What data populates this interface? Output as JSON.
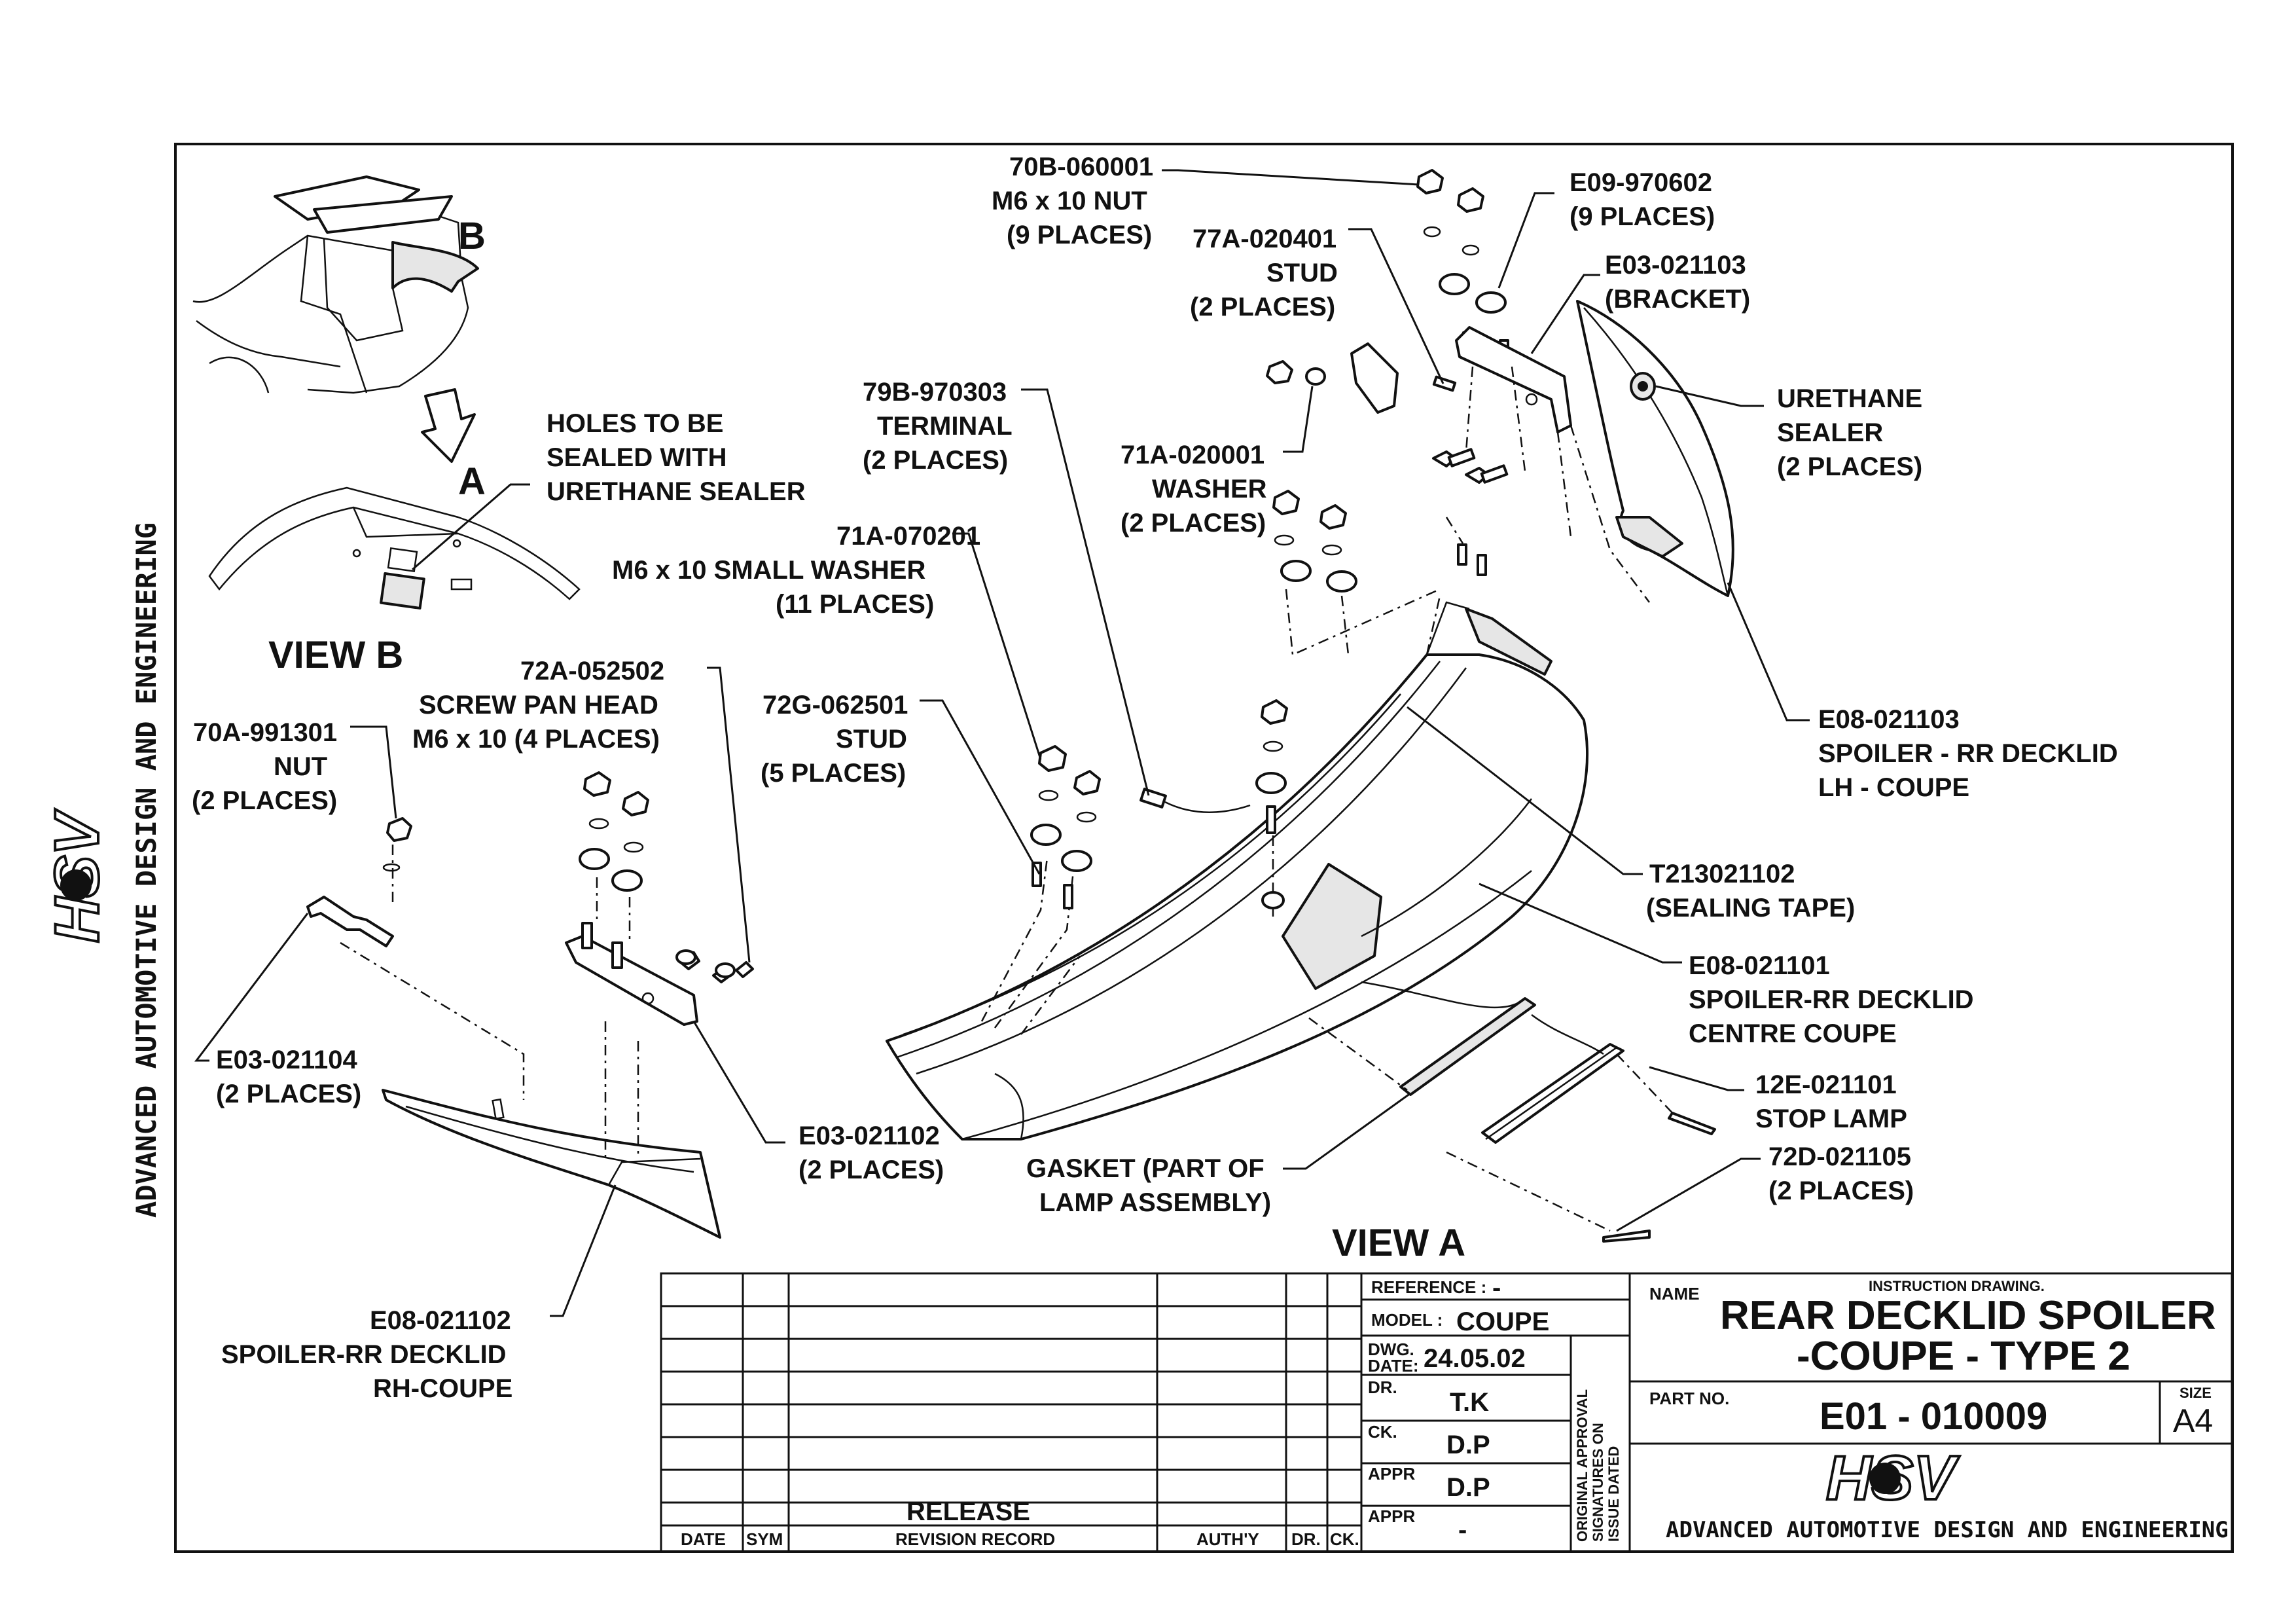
{
  "brand": {
    "logo_text": "HSV",
    "tagline": "ADVANCED AUTOMOTIVE DESIGN AND ENGINEERING"
  },
  "views": {
    "view_a": "VIEW A",
    "view_b": "VIEW B",
    "arrow_a": "A",
    "arrow_b": "B"
  },
  "callouts": {
    "holes": [
      "HOLES TO BE",
      "SEALED WITH",
      "URETHANE SEALER"
    ],
    "nut_70b": [
      "70B-060001",
      "M6 x 10 NUT",
      "(9 PLACES)"
    ],
    "stud_77a": [
      "77A-020401",
      "STUD",
      "(2 PLACES)"
    ],
    "e09": [
      "E09-970602",
      "(9 PLACES)"
    ],
    "e03_21103": [
      "E03-021103",
      "(BRACKET)"
    ],
    "terminal": [
      "79B-970303",
      "TERMINAL",
      "(2 PLACES)"
    ],
    "washer_71a": [
      "71A-020001",
      "WASHER",
      "(2 PLACES)"
    ],
    "urethane": [
      "URETHANE",
      "SEALER",
      "(2 PLACES)"
    ],
    "small_washer": [
      "71A-070201",
      "M6 x 10 SMALL WASHER",
      "(11 PLACES)"
    ],
    "screw": [
      "72A-052502",
      "SCREW PAN HEAD",
      "M6 x 10 (4 PLACES)"
    ],
    "nut_70a": [
      "70A-991301",
      "NUT",
      "(2 PLACES)"
    ],
    "stud_72g": [
      "72G-062501",
      "STUD",
      "(5 PLACES)"
    ],
    "spoiler_lh": [
      "E08-021103",
      "SPOILER - RR DECKLID",
      "LH - COUPE"
    ],
    "sealing_tape": [
      "T213021102",
      "(SEALING TAPE)"
    ],
    "spoiler_centre": [
      "E08-021101",
      "SPOILER-RR DECKLID",
      "CENTRE COUPE"
    ],
    "e03_21104": [
      "E03-021104",
      "(2 PLACES)"
    ],
    "e03_21102": [
      "E03-021102",
      "(2 PLACES)"
    ],
    "stop_lamp": [
      "12E-021101",
      "STOP LAMP"
    ],
    "bolt_72d": [
      "72D-021105",
      "(2 PLACES)"
    ],
    "gasket": [
      "GASKET (PART OF",
      "LAMP ASSEMBLY)"
    ],
    "spoiler_rh": [
      "E08-021102",
      "SPOILER-RR DECKLID",
      "RH-COUPE"
    ]
  },
  "title_block": {
    "revision": {
      "release": "RELEASE",
      "headers": [
        "DATE",
        "SYM",
        "REVISION RECORD",
        "AUTH'Y",
        "DR.",
        "CK."
      ]
    },
    "reference_label": "REFERENCE :",
    "reference_value": "-",
    "model_label": "MODEL :",
    "model_value": "COUPE",
    "dwg_date_label_1": "DWG.",
    "dwg_date_label_2": "DATE:",
    "dwg_date_value": "24.05.02",
    "dr_label": "DR.",
    "dr_value": "T.K",
    "ck_label": "CK.",
    "ck_value": "D.P",
    "appr_label": "APPR",
    "appr_value": "D.P",
    "appr2_label": "APPR",
    "appr2_value": "-",
    "approval_note": [
      "ORIGINAL APPROVAL",
      "SIGNATURES ON",
      "ISSUE DATED"
    ],
    "name_label": "NAME",
    "instruction": "INSTRUCTION DRAWING.",
    "title_line_1": "REAR DECKLID SPOILER",
    "title_line_2": "-COUPE - TYPE 2",
    "part_no_label": "PART NO.",
    "part_no_value": "E01 - 010009",
    "size_label": "SIZE",
    "size_value": "A4"
  }
}
